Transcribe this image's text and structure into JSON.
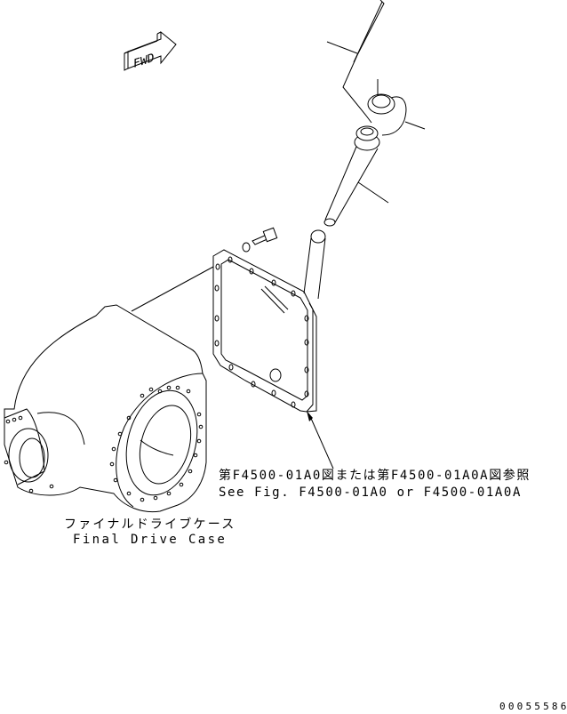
{
  "diagram": {
    "type": "exploded-parts-view",
    "direction_indicator": {
      "label": "FWD",
      "icon": "forward-arrow-icon"
    },
    "callouts": {
      "reference_note_jp": "第F4500-01A0図または第F4500-01A0A図参照",
      "reference_note_en": "See Fig. F4500-01A0 or F4500-01A0A"
    },
    "parts": [
      {
        "name": "Final Drive Case",
        "label_jp": "ファイナルドライブケース",
        "label_en": "Final Drive Case"
      },
      {
        "name": "Cover plate (gasketed)"
      },
      {
        "name": "Bolt"
      },
      {
        "name": "Washer"
      },
      {
        "name": "Filler tube"
      },
      {
        "name": "Dipstick / gauge"
      },
      {
        "name": "Filler cap with chain"
      }
    ],
    "leader_lines": 6,
    "figure_id": "00055586"
  },
  "colors": {
    "line": "#000000",
    "background": "#ffffff"
  }
}
